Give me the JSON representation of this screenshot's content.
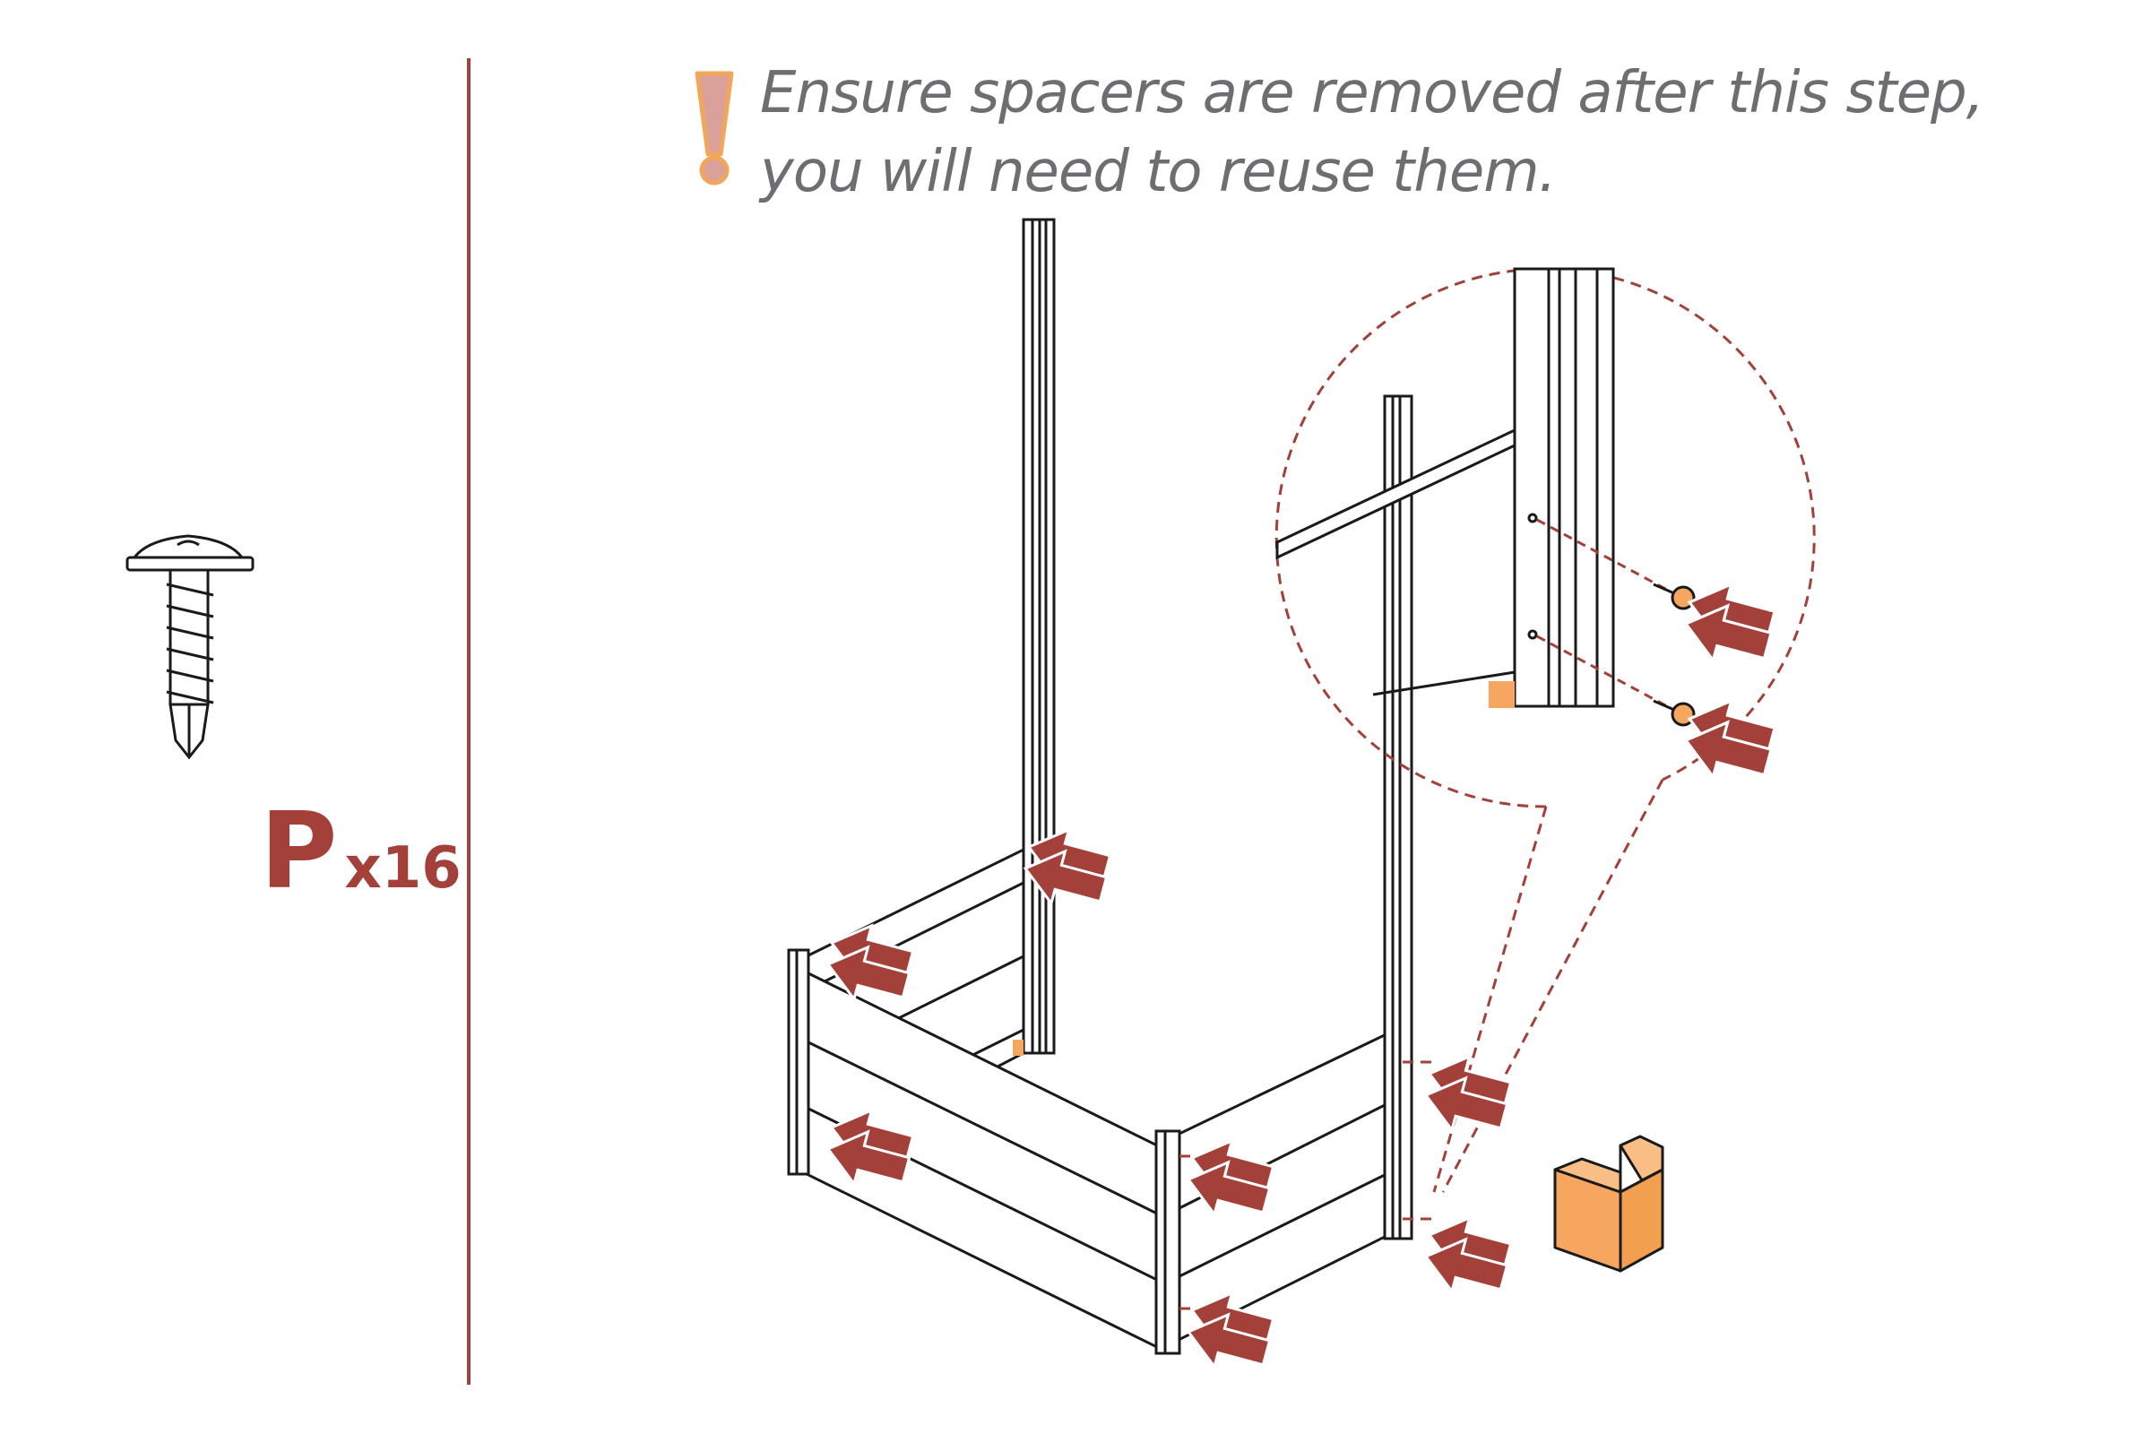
{
  "note": {
    "line1": "Ensure spacers are removed after this step,",
    "line2": "you will need to reuse them."
  },
  "part": {
    "letter": "P",
    "quantity": "x16"
  },
  "icons": {
    "warning": "exclamation-icon",
    "screw": "screw-icon",
    "spacer": "spacer-icon",
    "arrow": "arrow-icon"
  },
  "colors": {
    "accent_red": "#a3403a",
    "warning_orange": "#f2a65a",
    "spacer_orange": "#f7a65f",
    "text_gray": "#6d6e71",
    "line": "#1a1a1a"
  }
}
